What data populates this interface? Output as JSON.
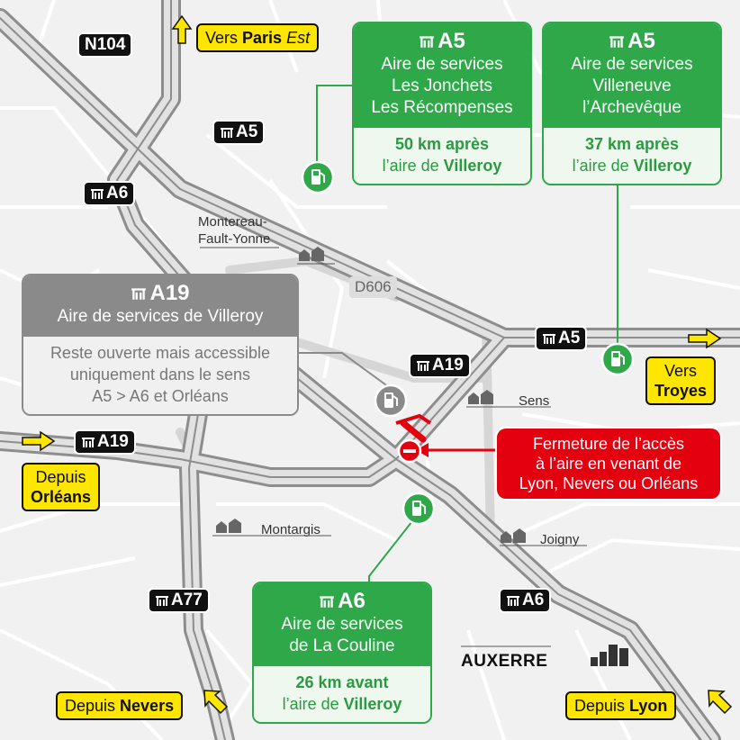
{
  "shields": {
    "n104": "N104",
    "a5_top": "A5",
    "a6_left": "A6",
    "a5_right": "A5",
    "a19_center": "A19",
    "a19_left": "A19",
    "a77": "A77",
    "a6_bottom": "A6",
    "d606": "D606"
  },
  "directions": {
    "paris": {
      "prefix": "Vers ",
      "bold": "Paris",
      "suffix": " Est"
    },
    "troyes": {
      "line1": "Vers",
      "bold": "Troyes"
    },
    "orleans": {
      "line1": "Depuis",
      "bold": "Orléans"
    },
    "nevers": {
      "prefix": "Depuis ",
      "bold": "Nevers"
    },
    "lyon": {
      "prefix": "Depuis ",
      "bold": "Lyon"
    }
  },
  "areas": {
    "jonchets": {
      "road": "A5",
      "name_lines": [
        "Aire de services",
        "Les Jonchets",
        "Les Récompenses"
      ],
      "distance": "50 km après",
      "ref_prefix": "l’aire de ",
      "ref_bold": "Villeroy"
    },
    "villeneuve": {
      "road": "A5",
      "name_lines": [
        "Aire de services",
        "Villeneuve",
        "l’Archevêque"
      ],
      "distance": "37 km après",
      "ref_prefix": "l’aire de ",
      "ref_bold": "Villeroy"
    },
    "villeroy": {
      "road": "A19",
      "name_lines": [
        "Aire de services de Villeroy"
      ],
      "info_lines": [
        "Reste ouverte mais accessible",
        "uniquement dans le sens",
        "A5 > A6 et Orléans"
      ]
    },
    "couline": {
      "road": "A6",
      "name_lines": [
        "Aire de services",
        "de La Couline"
      ],
      "distance": "26 km avant",
      "ref_prefix": "l’aire de ",
      "ref_bold": "Villeroy"
    }
  },
  "closure": {
    "lines": [
      "Fermeture de l’accès",
      "à l’aire en venant de",
      "Lyon, Nevers ou Orléans"
    ]
  },
  "towns": {
    "montereau_1": "Montereau-",
    "montereau_2": "Fault-Yonne",
    "sens": "Sens",
    "montargis": "Montargis",
    "joigny": "Joigny",
    "auxerre": "AUXERRE"
  },
  "colors": {
    "service_green": "#2fa84a",
    "closed_grey": "#8a8a8a",
    "closure_red": "#e3000f",
    "direction_yellow": "#ffe600"
  }
}
